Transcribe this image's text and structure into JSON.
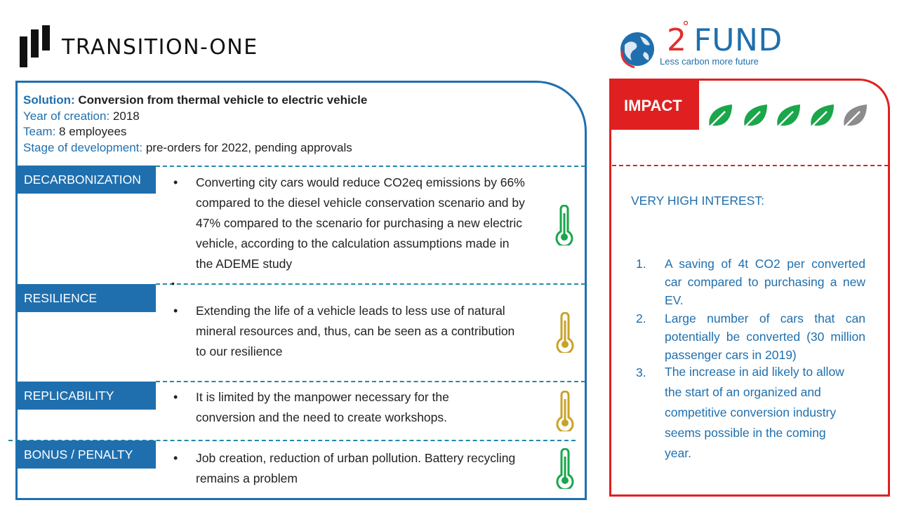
{
  "header": {
    "transition_logo_text": "TRANSITION-ONE",
    "fund_logo": {
      "number": "2",
      "degree": "°",
      "name": "FUND",
      "tagline": "Less carbon more future"
    }
  },
  "solution": {
    "solution_key": "Solution:",
    "solution_value": "Conversion from thermal vehicle to electric vehicle",
    "year_key": "Year of creation:",
    "year_value": "2018",
    "team_key": "Team:",
    "team_value": "8 employees",
    "stage_key": "Stage of development:",
    "stage_value": "pre-orders for 2022, pending approvals"
  },
  "criteria": [
    {
      "label": "DECARBONIZATION",
      "text": "Converting city cars would reduce CO2eq emissions by 66% compared to the diesel vehicle conservation scenario and by 47% compared to the scenario for purchasing a new electric vehicle, according to the calculation assumptions made in the ADEME study",
      "thermometer_color": "#1aa64a"
    },
    {
      "label": "RESILIENCE",
      "text": "Extending the life of a vehicle leads to less use of natural mineral resources and, thus, can be seen as a contribution to our resilience",
      "thermometer_color": "#c9a227"
    },
    {
      "label": "REPLICABILITY",
      "text": "It is limited by the manpower necessary for the conversion and the need to create workshops.",
      "thermometer_color": "#c9a227"
    },
    {
      "label": "BONUS / PENALTY",
      "text": "Job creation, reduction of urban pollution. Battery recycling remains a problem",
      "thermometer_color": "#1aa64a"
    }
  ],
  "bullet_char": "•",
  "impact": {
    "label": "IMPACT",
    "rating": 4,
    "max_rating": 5,
    "leaf_active_color": "#1aa64a",
    "leaf_inactive_color": "#8c8c8c",
    "interest": "VERY HIGH INTEREST:",
    "points": [
      {
        "num": "1.",
        "text": "A saving of 4t CO2 per converted car compared to purchasing a new EV."
      },
      {
        "num": "2.",
        "text": "Large number of cars that can potentially be converted (30 million passenger cars in 2019)"
      },
      {
        "num": "3.",
        "text": "The increase in aid likely to allow the start of an organized and competitive conversion industry seems possible in the coming year."
      }
    ]
  },
  "colors": {
    "blue": "#1f6fae",
    "red": "#e02020",
    "teal_dash": "#1f8aa8"
  }
}
